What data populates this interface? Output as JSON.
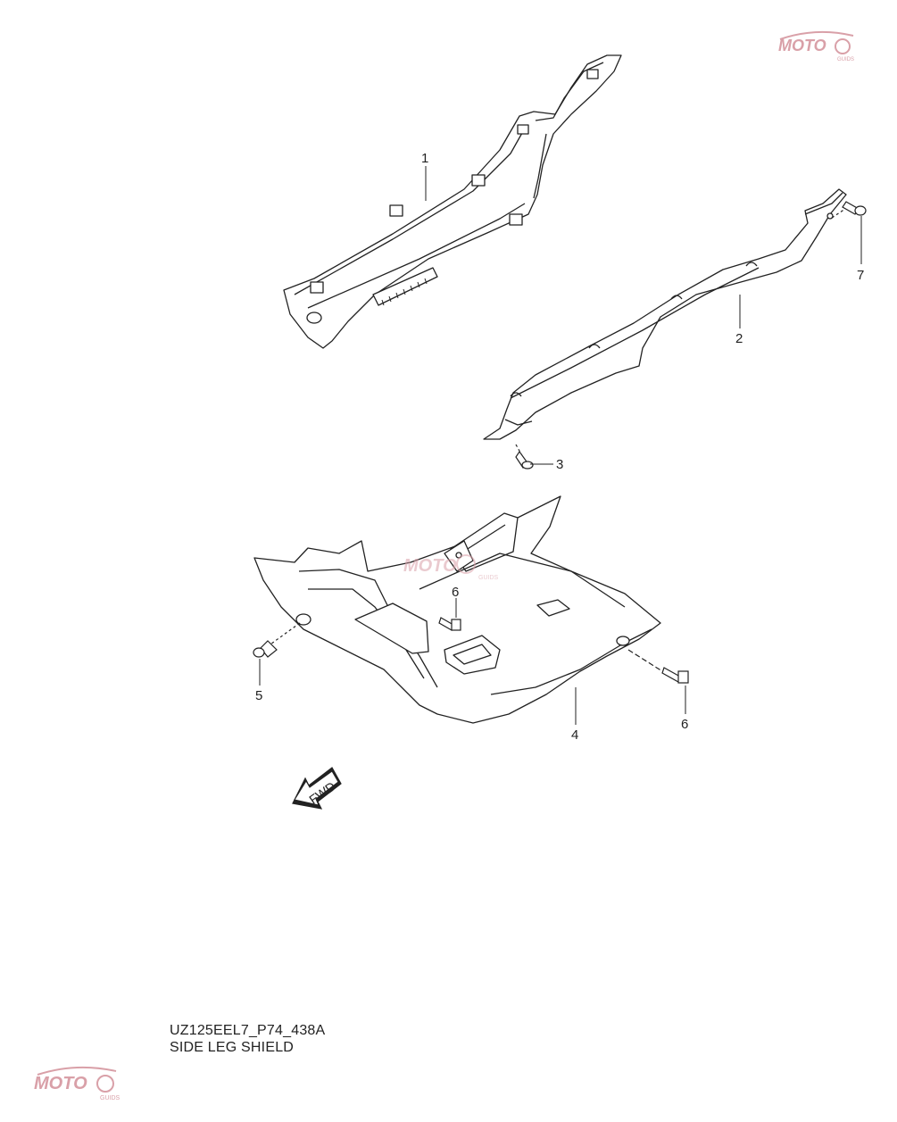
{
  "diagram": {
    "drawing_code": "UZ125EEL7_P74_438A",
    "title": "SIDE LEG SHIELD",
    "direction_label": "FWD",
    "callouts": {
      "c1": "1",
      "c2": "2",
      "c3": "3",
      "c4": "4",
      "c5": "5",
      "c6a": "6",
      "c6b": "6",
      "c7": "7"
    }
  },
  "watermark": {
    "brand": "MOTO",
    "sub": "GUIDS",
    "color": "#d9a0a8"
  }
}
